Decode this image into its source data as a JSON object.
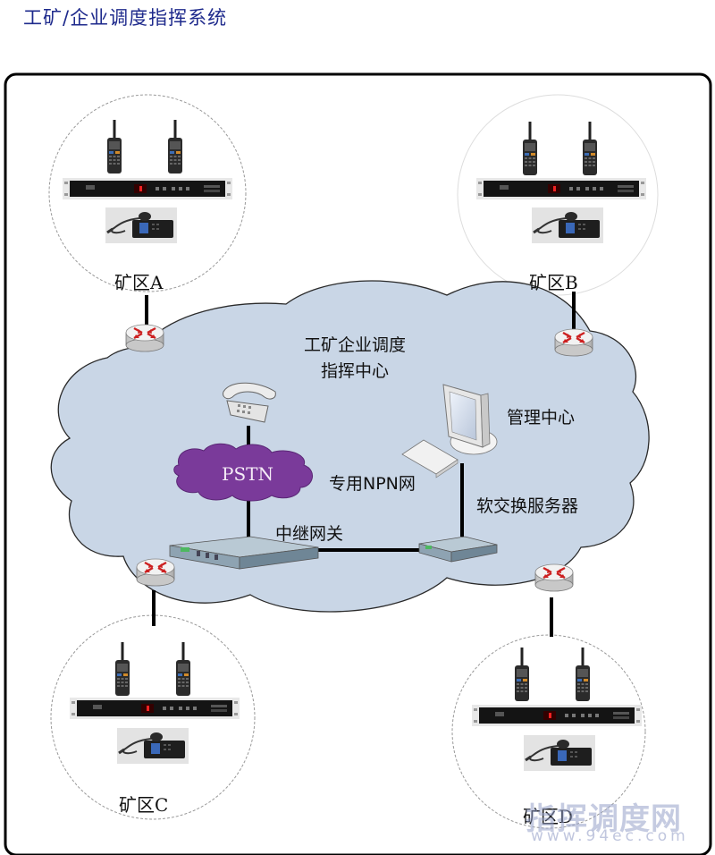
{
  "page": {
    "title": "工矿/企业调度指挥系统"
  },
  "center": {
    "label_line1": "工矿企业调度",
    "label_line2": "指挥中心"
  },
  "zones": [
    {
      "id": "A",
      "label": "矿区A"
    },
    {
      "id": "B",
      "label": "矿区B"
    },
    {
      "id": "C",
      "label": "矿区C"
    },
    {
      "id": "D",
      "label": "矿区D"
    }
  ],
  "devices": {
    "pstn_label": "PSTN",
    "npn_label": "专用NPN网",
    "trunk_gateway_label": "中继网关",
    "management_label": "管理中心",
    "softswitch_label": "软交换服务器"
  },
  "watermark": {
    "text": "指挥调度网",
    "url": "www.94ec.com"
  },
  "colors": {
    "title": "#1e2a8c",
    "cloud_fill": "#c9d6e6",
    "pstn_fill": "#7a3a9a",
    "router_arrow": "#cc2020",
    "link": "#000000"
  }
}
